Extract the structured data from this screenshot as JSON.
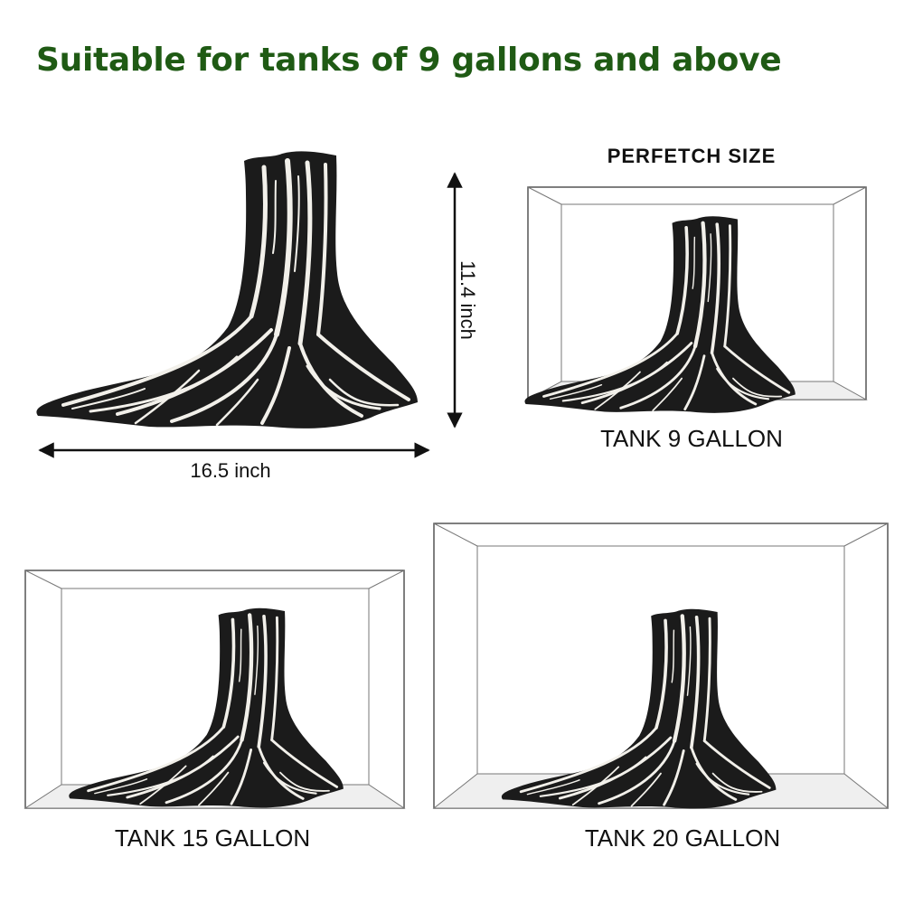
{
  "headline": "Suitable for tanks of 9 gallons and above",
  "dimensions": {
    "width_label": "16.5 inch",
    "height_label": "11.4 inch"
  },
  "size_callout": "PERFETCH SIZE",
  "tanks": [
    {
      "label": "TANK 9 GALLON"
    },
    {
      "label": "TANK 15 GALLON"
    },
    {
      "label": "TANK 20 GALLON"
    }
  ],
  "colors": {
    "headline": "#1f5a14",
    "root_dark": "#1b1b1b",
    "root_light": "#f2f0ea",
    "tank_outline": "#555555",
    "tank_floor": "#efefef"
  },
  "icons": {
    "product": "tree-root-ornament",
    "dimension_arrows": "double-arrow"
  }
}
